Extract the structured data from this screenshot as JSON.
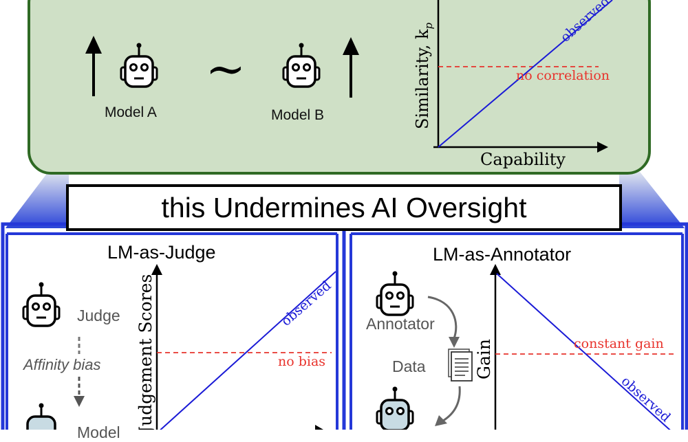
{
  "top": {
    "model_a_label": "Model A",
    "model_b_label": "Model B",
    "tilde": "~",
    "chart": {
      "ylabel": "Similarity, k",
      "ylabel_sub": "p",
      "xlabel": "Capability",
      "observed_label": "observed",
      "no_corr_label": "no correlation"
    }
  },
  "banner": {
    "text": "this Undermines AI Oversight"
  },
  "left": {
    "title": "LM-as-Judge",
    "judge_label": "Judge",
    "bias_label": "Affinity bias",
    "model_label": "Model",
    "chart": {
      "ylabel": "Judgement Scores",
      "observed_label": "observed",
      "ref_label": "no bias"
    }
  },
  "right": {
    "title": "LM-as-Annotator",
    "annotator_label": "Annotator",
    "data_label": "Data",
    "chart": {
      "ylabel": "Gain",
      "observed_label": "observed",
      "ref_label": "constant gain"
    }
  },
  "colors": {
    "observed": "#1a1ad6",
    "reference": "#e8332c",
    "top_panel_bg": "#cfe0c6",
    "top_panel_border": "#2f6a24",
    "lower_border": "#2538d8"
  }
}
